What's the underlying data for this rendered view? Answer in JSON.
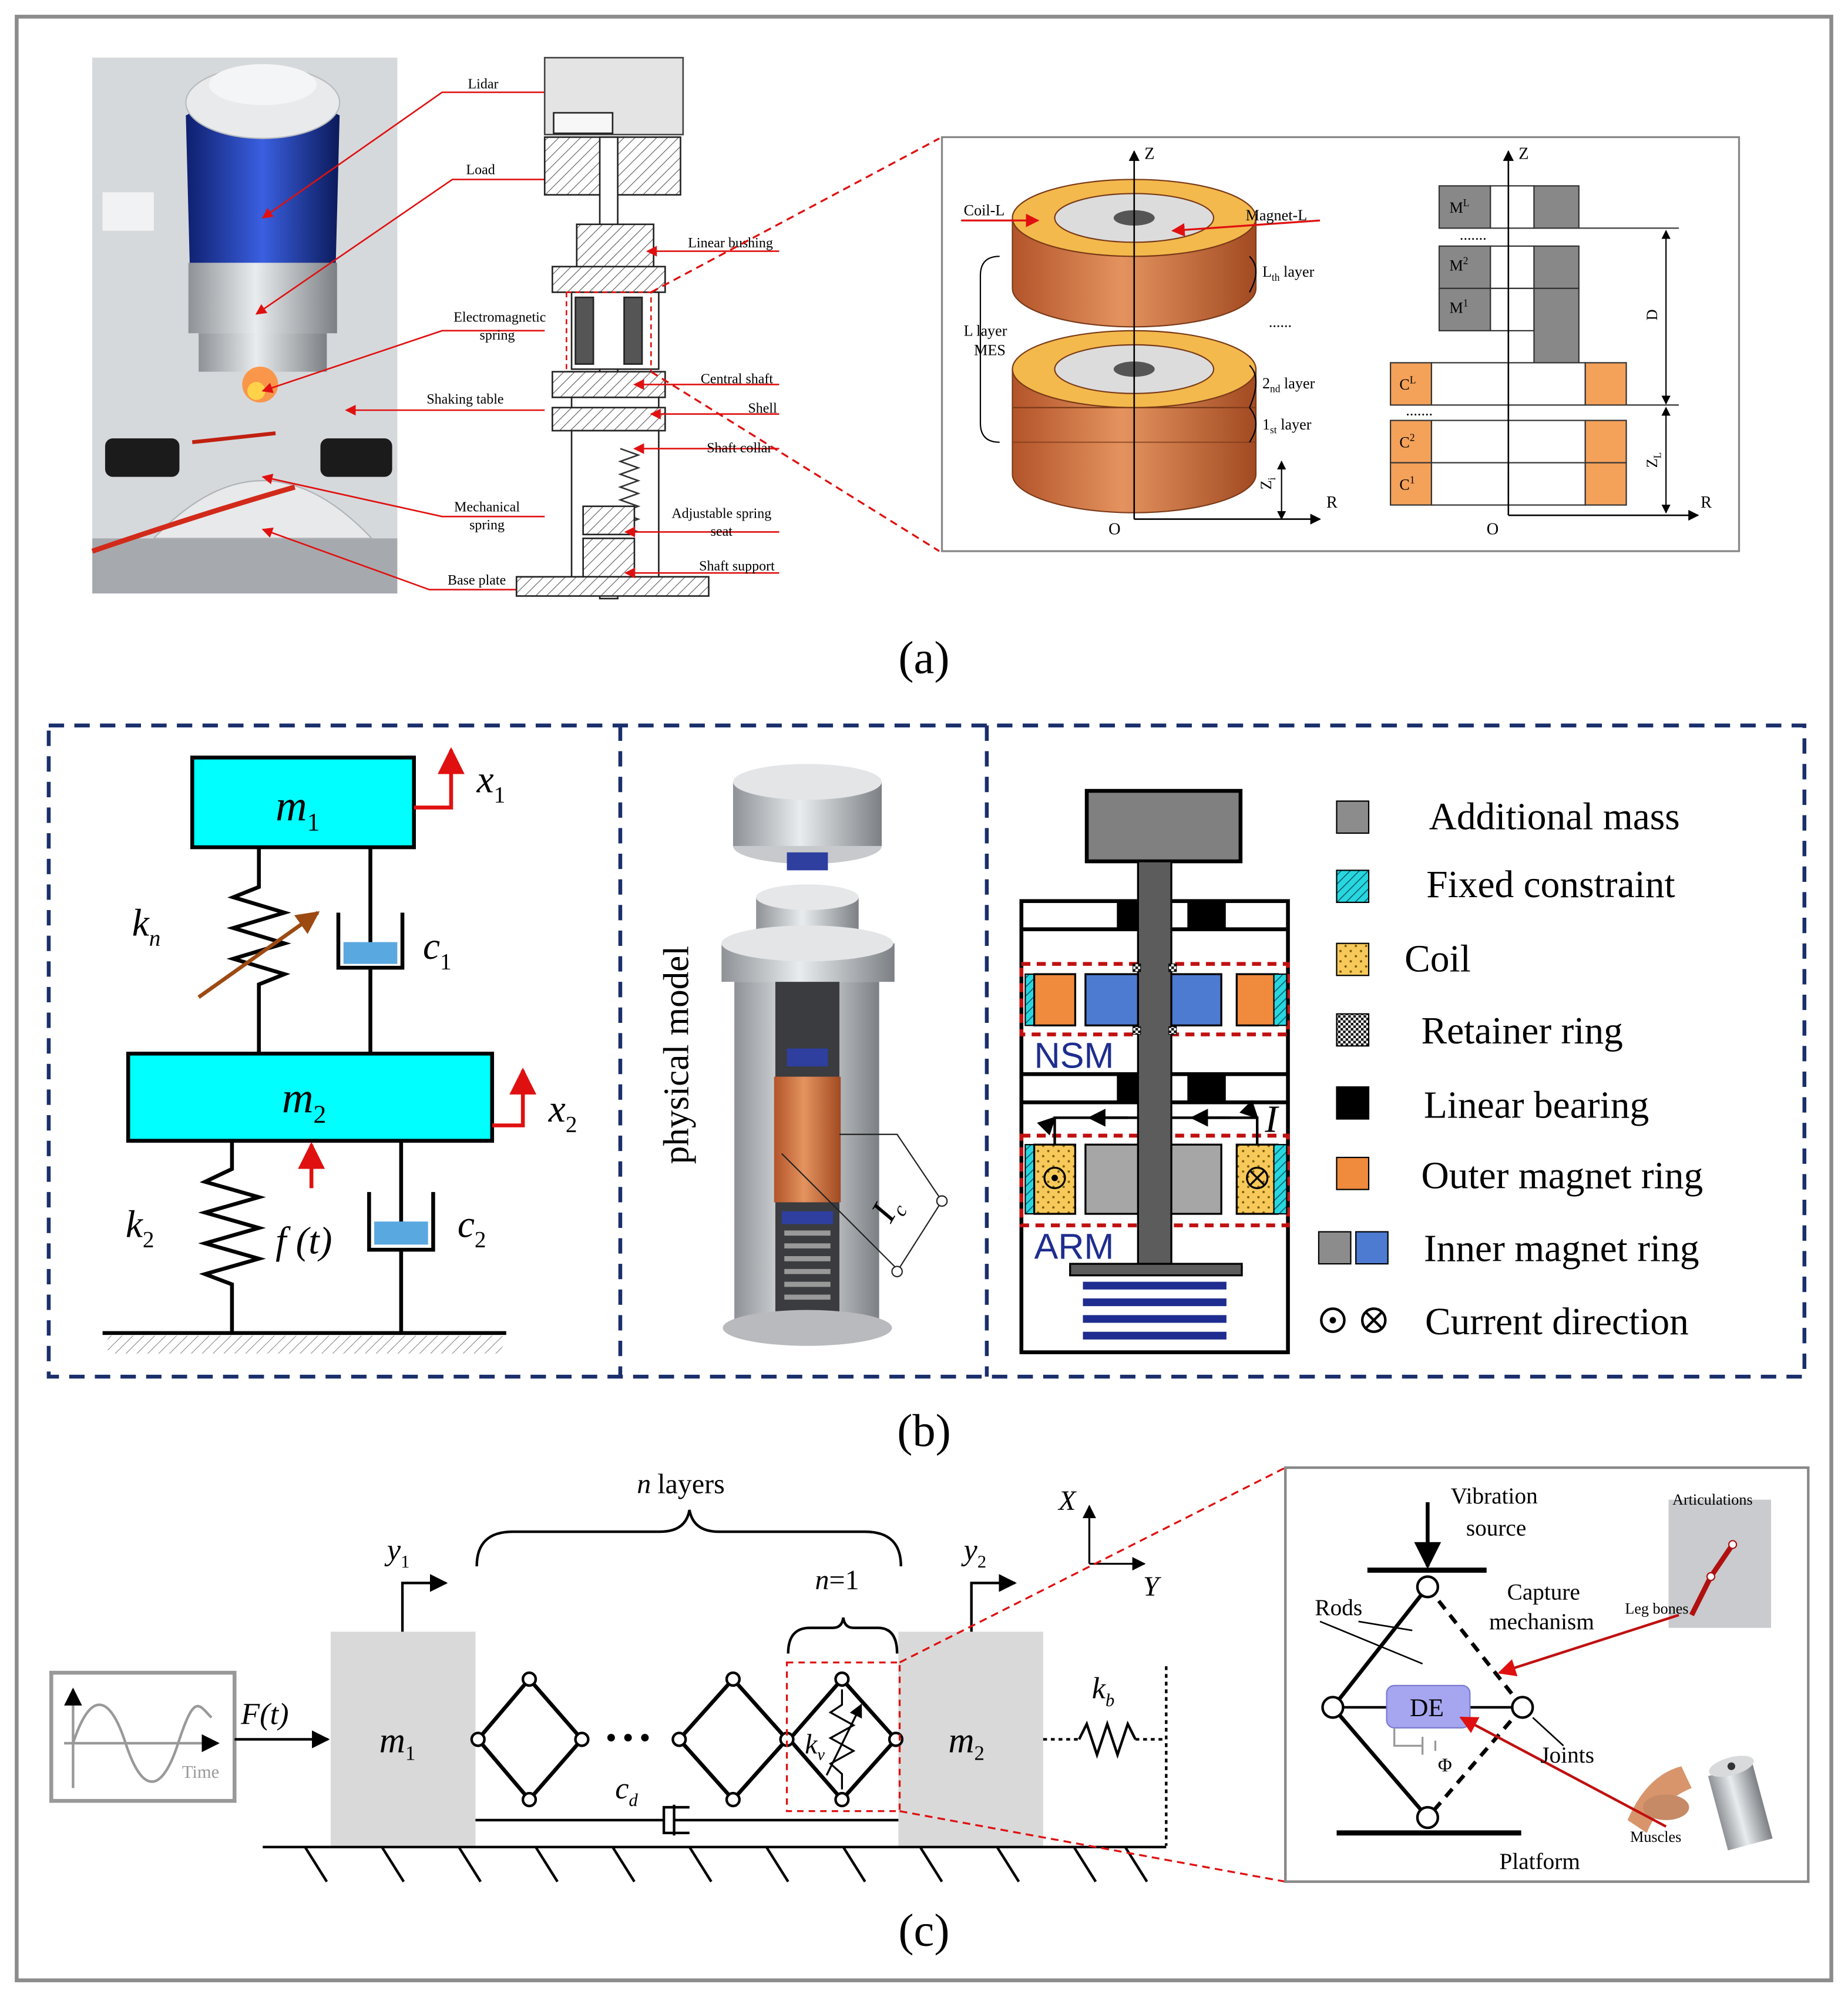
{
  "panels": {
    "a": {
      "caption": "(a)",
      "photo_labels": [
        "Lidar",
        "Load",
        "Electromagnetic",
        "spring",
        "Shaking table",
        "Mechanical",
        "spring",
        "Base plate"
      ],
      "section_labels": [
        "Linear bushing",
        "Central shaft",
        "Shell",
        "Shaft collar",
        "Adjustable spring",
        "seat",
        "Shaft support"
      ],
      "coil_view": {
        "axis_z": "Z",
        "axis_r": "R",
        "origin": "O",
        "coil_label": "Coil-L",
        "magnet_label": "Magnet-L",
        "mes_label_1": "L layer",
        "mes_label_2": "MES",
        "layer_L": "L",
        "layer_L_sub": "th",
        "layer_L_suffix": "layer",
        "layer_2": "2",
        "layer_2_sub": "nd",
        "layer_2_suffix": "layer",
        "layer_1": "1",
        "layer_1_sub": "st",
        "layer_1_suffix": "layer",
        "dots": "......",
        "zi": "Z",
        "zi_sub": "i"
      },
      "section_view": {
        "axis_z": "Z",
        "axis_r": "R",
        "origin": "O",
        "m_labels": [
          "M",
          "M",
          "M"
        ],
        "m_sups": [
          "L",
          "2",
          "1"
        ],
        "c_labels": [
          "C",
          "C",
          "C"
        ],
        "c_sups": [
          "L",
          "2",
          "1"
        ],
        "d_label": "D",
        "zl_label": "Z",
        "zl_sub": "L",
        "dots": "......."
      }
    },
    "b": {
      "caption": "(b)",
      "model": {
        "m1": "m",
        "m1_sub": "1",
        "m2": "m",
        "m2_sub": "2",
        "x1": "x",
        "x1_sub": "1",
        "x2": "x",
        "x2_sub": "2",
        "kn": "k",
        "kn_sub": "n",
        "c1": "c",
        "c1_sub": "1",
        "k2": "k",
        "k2_sub": "2",
        "c2": "c",
        "c2_sub": "2",
        "ft": "f (t)"
      },
      "physical_label": "physical model",
      "current_I": "I",
      "current_I_sub": "c",
      "nsm_label": "NSM",
      "arm_label": "ARM",
      "arm_current": "I",
      "legend": [
        {
          "label": "Additional mass",
          "symbol": "gray-square"
        },
        {
          "label": "Fixed constraint",
          "symbol": "hatched-cyan"
        },
        {
          "label": "Coil",
          "symbol": "dotted-yellow"
        },
        {
          "label": "Retainer ring",
          "symbol": "checker"
        },
        {
          "label": "Linear bearing",
          "symbol": "black-square"
        },
        {
          "label": "Outer magnet ring",
          "symbol": "orange-square"
        },
        {
          "label": "Inner magnet ring",
          "symbol": "gray-blue-squares"
        },
        {
          "label": "Current direction",
          "symbol": "dot-cross"
        }
      ]
    },
    "c": {
      "caption": "(c)",
      "excitation": "F(t)",
      "time_label": "Time",
      "m1": "m",
      "m1_sub": "1",
      "m2": "m",
      "m2_sub": "2",
      "y1": "y",
      "y1_sub": "1",
      "y2": "y",
      "y2_sub": "2",
      "n_layers_n": "n",
      "n_layers_text": "layers",
      "n1_n": "n",
      "n1_eq": "=1",
      "ellipsis": "• • •",
      "kv": "k",
      "kv_sub": "v",
      "kb": "k",
      "kb_sub": "b",
      "cd": "c",
      "cd_sub": "d",
      "axis_x": "X",
      "axis_y": "Y",
      "inset": {
        "vibration_1": "Vibration",
        "vibration_2": "source",
        "capture_1": "Capture",
        "capture_2": "mechanism",
        "rods": "Rods",
        "joints": "Joints",
        "platform": "Platform",
        "de": "DE",
        "phi": "Φ",
        "articulations": "Articulations",
        "leg_bones": "Leg bones",
        "muscles": "Muscles"
      }
    }
  }
}
